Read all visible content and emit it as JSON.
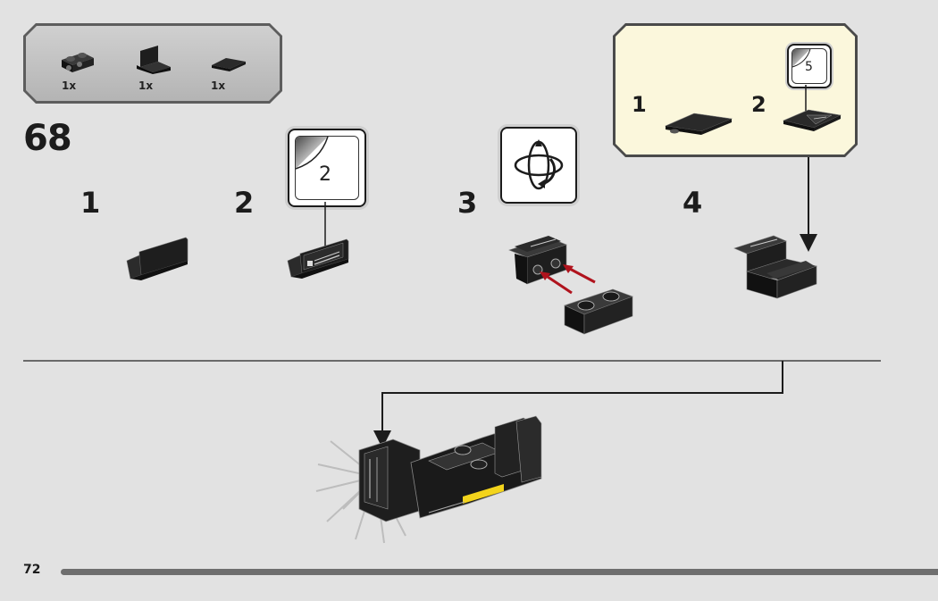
{
  "parts_list": {
    "items": [
      {
        "name": "plate-1x2-with-studs",
        "qty": "1x"
      },
      {
        "name": "panel-1x2",
        "qty": "1x"
      },
      {
        "name": "wedge-tile",
        "qty": "1x"
      }
    ]
  },
  "step": {
    "number": "68",
    "substeps": [
      {
        "label": "1"
      },
      {
        "label": "2",
        "sticker": "2"
      },
      {
        "label": "3"
      },
      {
        "label": "4"
      }
    ]
  },
  "subassembly": {
    "steps": [
      {
        "label": "1"
      },
      {
        "label": "2",
        "sticker": "5"
      }
    ]
  },
  "footer": {
    "page_number": "72"
  },
  "colors": {
    "background": "#e2e2e2",
    "subassembly_bg": "#fbf7dc",
    "brick": "#1e1e1e",
    "arrow_red": "#b0131d",
    "highlight_yellow": "#f3d41c",
    "progress_bar": "#6e6e6e"
  }
}
